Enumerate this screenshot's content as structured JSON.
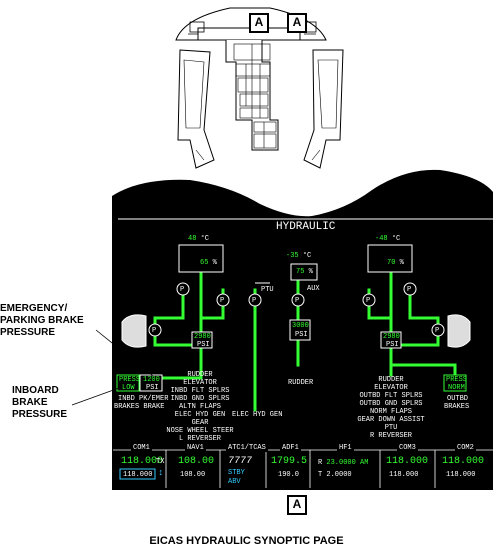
{
  "callout_top_labels": [
    "A",
    "A"
  ],
  "callout_bottom_label": "A",
  "caption": "EICAS HYDRAULIC SYNOPTIC PAGE",
  "annotations": {
    "emergency": [
      "EMERGENCY/",
      "PARKING BRAKE",
      "PRESSURE"
    ],
    "inboard": [
      "INBOARD",
      "BRAKE",
      "PRESSURE"
    ]
  },
  "screen": {
    "title": "HYDRAULIC",
    "left": {
      "temp": "48",
      "temp_unit": "°C",
      "qty": "65",
      "qty_unit": "%",
      "psi": "2980",
      "psi_unit": "PSI",
      "ptu": "PTU",
      "brake_press_low": [
        "PRESS",
        "LOW"
      ],
      "brake_psi": [
        "1200",
        "PSI"
      ],
      "brake_labels": [
        "INBD PK/EMER",
        "BRAKES BRAKE"
      ],
      "consumers": [
        "RUDDER",
        "ELEVATOR",
        "INBD FLT SPLRS",
        "INBD GND SPLRS",
        "ALTN FLAPS",
        "ELEC HYD GEN",
        "GEAR",
        "NOSE WHEEL STEER",
        "L REVERSER"
      ],
      "elec_hyd_gen": "ELEC HYD GEN"
    },
    "center": {
      "temp": "-35",
      "temp_unit": "°C",
      "qty": "75",
      "qty_unit": "%",
      "aux": "AUX",
      "psi": "3000",
      "psi_unit": "PSI",
      "consumer": "RUDDER"
    },
    "right": {
      "temp": "-48",
      "temp_unit": "°C",
      "qty": "70",
      "qty_unit": "%",
      "psi": "2980",
      "psi_unit": "PSI",
      "press_norm": [
        "PRESS",
        "NORM"
      ],
      "outbd_brakes": [
        "OUTBD",
        "BRAKES"
      ],
      "consumers": [
        "RUDDER",
        "ELEVATOR",
        "OUTBD FLT SPLRS",
        "OUTBD GND SPLRS",
        "NORM FLAPS",
        "GEAR DOWN ASSIST",
        "PTU",
        "R REVERSER"
      ]
    },
    "pump_letter": "P",
    "radio": {
      "com1": {
        "title": "COM1",
        "active": "118.000",
        "tx": "TX",
        "standby": "118.000"
      },
      "nav1": {
        "title": "NAV1",
        "active": "108.00",
        "standby": "108.00"
      },
      "atc": {
        "title": "ATC1/TCAS",
        "code": "7777",
        "mode1": "STBY",
        "mode2": "ABV"
      },
      "adf1": {
        "title": "ADF1",
        "active": "1799.5",
        "standby": "190.0"
      },
      "hf1": {
        "title": "HF1",
        "r_label": "R",
        "r_val": "23.0000",
        "r_mode": "AM",
        "t_label": "T",
        "t_val": "2.0000"
      },
      "com3": {
        "title": "COM3",
        "active": "118.000",
        "standby": "118.000"
      },
      "com2": {
        "title": "COM2",
        "active": "118.000",
        "standby": "118.000"
      }
    }
  },
  "colors": {
    "screen_bg": "#000000",
    "line_green": "#33ff33",
    "text_cyan": "#33ccff",
    "caution": "#33ff33"
  }
}
